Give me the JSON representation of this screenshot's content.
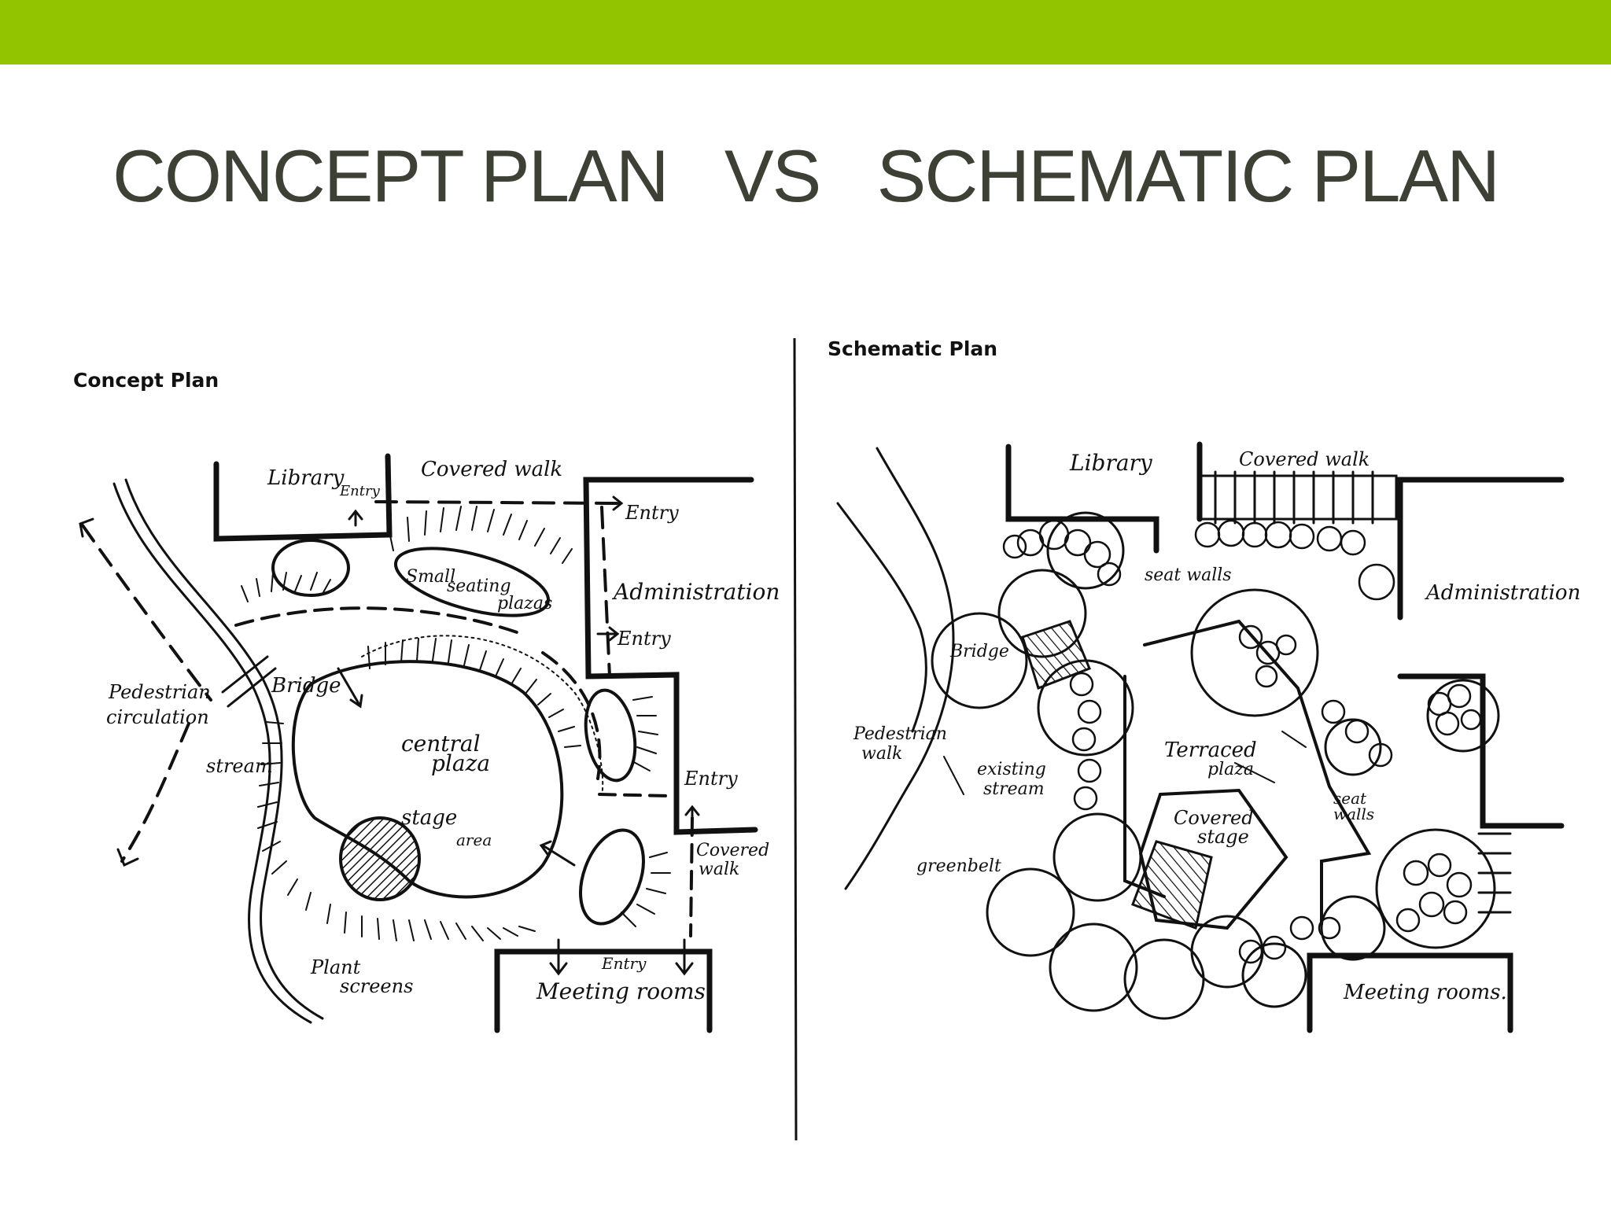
{
  "slide": {
    "title": "CONCEPT PLAN   VS   SCHEMATIC PLAN",
    "colors": {
      "accent_bar": "#92c500",
      "title": "#3d4034",
      "ink": "#111111"
    }
  },
  "concept_plan": {
    "heading": "Concept Plan",
    "labels": {
      "library": "Library",
      "library_entry": "Entry",
      "covered_walk": "Covered walk",
      "entry_top": "Entry",
      "small_seating_1": "Small",
      "small_seating_2": "seating",
      "small_seating_3": "plazas",
      "administration": "Administration",
      "entry_admin": "Entry",
      "bridge": "Bridge",
      "pedestrian_1": "Pedestrian",
      "pedestrian_2": "circulation",
      "stream": "stream",
      "central_plaza_1": "central",
      "central_plaza_2": "plaza",
      "stage_area_1": "stage",
      "stage_area_2": "area",
      "entry_right": "Entry",
      "covered_walk_right_1": "Covered",
      "covered_walk_right_2": "walk",
      "plant_screens_1": "Plant",
      "plant_screens_2": "screens",
      "entry_bottom": "Entry",
      "meeting_rooms": "Meeting rooms"
    }
  },
  "schematic_plan": {
    "heading": "Schematic Plan",
    "labels": {
      "library": "Library",
      "covered_walk": "Covered walk",
      "seat_walls_top": "seat walls",
      "administration": "Administration",
      "bridge": "Bridge",
      "pedestrian_1": "Pedestrian",
      "pedestrian_2": "walk",
      "existing_stream_1": "existing",
      "existing_stream_2": "stream",
      "terraced_plaza_1": "Terraced",
      "terraced_plaza_2": "plaza",
      "seat_walls_right_1": "seat",
      "seat_walls_right_2": "walls",
      "covered_stage_1": "Covered",
      "covered_stage_2": "stage",
      "greenbelt": "greenbelt",
      "meeting_rooms": "Meeting rooms."
    }
  }
}
